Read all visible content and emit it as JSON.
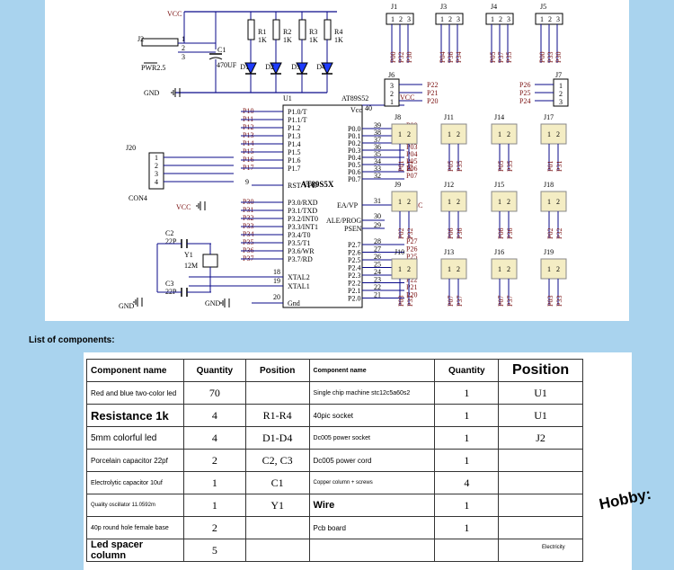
{
  "schematic": {
    "power_label": "VCC",
    "gnd_label": "GND",
    "j2": {
      "ref": "J2",
      "name": "PWR2.5",
      "pins": [
        "1",
        "2",
        "3"
      ]
    },
    "c1": {
      "ref": "C1",
      "value": "470UF"
    },
    "resistors": [
      {
        "ref": "R1",
        "value": "1K"
      },
      {
        "ref": "R2",
        "value": "1K"
      },
      {
        "ref": "R3",
        "value": "1K"
      },
      {
        "ref": "R4",
        "value": "1K"
      }
    ],
    "leds": [
      "D1",
      "D2",
      "D3",
      "D4"
    ],
    "u1": {
      "ref": "U1",
      "part": "AT89S52",
      "body_label": "AT89S5X"
    },
    "left_nets": [
      "P10",
      "P11",
      "P12",
      "P13",
      "P14",
      "P15",
      "P16",
      "P17"
    ],
    "left_pins": [
      "P1.0/T",
      "P1.1/T",
      "P1.2",
      "P1.3",
      "P1.4",
      "P1.5",
      "P1.6",
      "P1.7"
    ],
    "rst_pin": "RST/VPD",
    "p3_nets": [
      "P30",
      "P31",
      "P32",
      "P33",
      "P34",
      "P35",
      "P36",
      "P37"
    ],
    "p3_pins": [
      "P3.0/RXD",
      "P3.1/TXD",
      "P3.2/INT0",
      "P3.3/INT1",
      "P3.4/T0",
      "P3.5/T1",
      "P3.6/WR",
      "P3.7/RD"
    ],
    "xtal_pins": [
      "XTAL2",
      "XTAL1"
    ],
    "gnd_pin": "Gnd",
    "vcc_pin": "Vcc",
    "p0_nums": [
      "39",
      "38",
      "37",
      "36",
      "35",
      "34",
      "33",
      "32"
    ],
    "p0_pins": [
      "P0.0",
      "P0.1",
      "P0.2",
      "P0.3",
      "P0.4",
      "P0.5",
      "P0.6",
      "P0.7"
    ],
    "p0_nets": [
      "P00",
      "P01",
      "P02",
      "P03",
      "P04",
      "P05",
      "P06",
      "P07"
    ],
    "ea_pin": "EA/VP",
    "ale_pin": "ALE/PROG",
    "psen_pin": "PSEN",
    "p2_nums": [
      "28",
      "27",
      "26",
      "25",
      "24",
      "23",
      "22",
      "21"
    ],
    "p2_pins": [
      "P2.7",
      "P2.6",
      "P2.5",
      "P2.4",
      "P2.3",
      "P2.2",
      "P2.1",
      "P2.0"
    ],
    "p2_nets": [
      "P27",
      "P26",
      "P25",
      "P24",
      "P23",
      "P22",
      "P21",
      "P20"
    ],
    "pin_nums": {
      "vcc": "40",
      "ea": "31",
      "ale": "30",
      "psen": "29",
      "rst": "9",
      "x2": "18",
      "x1": "19",
      "gnd": "20"
    },
    "j20": {
      "ref": "J20",
      "name": "CON4",
      "pins": [
        "1",
        "2",
        "3",
        "4"
      ]
    },
    "c2": {
      "ref": "C2",
      "value": "22P"
    },
    "c3": {
      "ref": "C3",
      "value": "22P"
    },
    "y1": {
      "ref": "Y1",
      "value": "12M"
    },
    "top_headers": [
      {
        "ref": "J1",
        "nets": [
          "P00",
          "P32",
          "P30"
        ]
      },
      {
        "ref": "J3",
        "nets": [
          "P04",
          "P36",
          "P34"
        ]
      },
      {
        "ref": "J4",
        "nets": [
          "P05",
          "P37",
          "P35"
        ]
      },
      {
        "ref": "J5",
        "nets": [
          "P00",
          "P33",
          "P30"
        ]
      }
    ],
    "j6": {
      "ref": "J6",
      "nets": [
        "P22",
        "P21",
        "P20"
      ]
    },
    "j7": {
      "ref": "J7",
      "nets": [
        "P26",
        "P25",
        "P24"
      ]
    },
    "grid_headers": [
      {
        "ref": "J8",
        "nets": [
          "P01",
          "P31"
        ]
      },
      {
        "ref": "J11",
        "nets": [
          "P05",
          "P35"
        ]
      },
      {
        "ref": "J14",
        "nets": [
          "P05",
          "P35"
        ]
      },
      {
        "ref": "J17",
        "nets": [
          "P01",
          "P31"
        ]
      },
      {
        "ref": "J9",
        "nets": [
          "P02",
          "P32"
        ]
      },
      {
        "ref": "J12",
        "nets": [
          "P06",
          "P36"
        ]
      },
      {
        "ref": "J15",
        "nets": [
          "P06",
          "P36"
        ]
      },
      {
        "ref": "J18",
        "nets": [
          "P02",
          "P32"
        ]
      },
      {
        "ref": "J10",
        "nets": [
          "P03",
          "P33"
        ]
      },
      {
        "ref": "J13",
        "nets": [
          "P07",
          "P37"
        ]
      },
      {
        "ref": "J16",
        "nets": [
          "P07",
          "P37"
        ]
      },
      {
        "ref": "J19",
        "nets": [
          "P03",
          "P33"
        ]
      }
    ]
  },
  "list_title": "List of components:",
  "table": {
    "header": [
      "Component name",
      "Quantity",
      "Position",
      "Component name",
      "Quantity",
      "Position"
    ],
    "rows": [
      [
        "Red and blue two-color led",
        "70",
        "",
        "Single chip machine stc12c5a60s2",
        "1",
        "U1"
      ],
      [
        "Resistance 1k",
        "4",
        "R1-R4",
        "40pic socket",
        "1",
        "U1"
      ],
      [
        "5mm colorful led",
        "4",
        "D1-D4",
        "Dc005 power socket",
        "1",
        "J2"
      ],
      [
        "Porcelain capacitor 22pf",
        "2",
        "C2, C3",
        "Dc005 power cord",
        "1",
        ""
      ],
      [
        "Electrolytic capacitor 10uf",
        "1",
        "C1",
        "Copper column + screws",
        "4",
        ""
      ],
      [
        "Quality oscillator 11.0592m",
        "1",
        "Y1",
        "Wire",
        "1",
        ""
      ],
      [
        "40p round hole female base",
        "2",
        "",
        "Pcb board",
        "1",
        ""
      ],
      [
        "Led spacer column",
        "5",
        "",
        "",
        "",
        ""
      ]
    ]
  },
  "hobby_label": "Hobby:",
  "electricity_label": "Electricity"
}
